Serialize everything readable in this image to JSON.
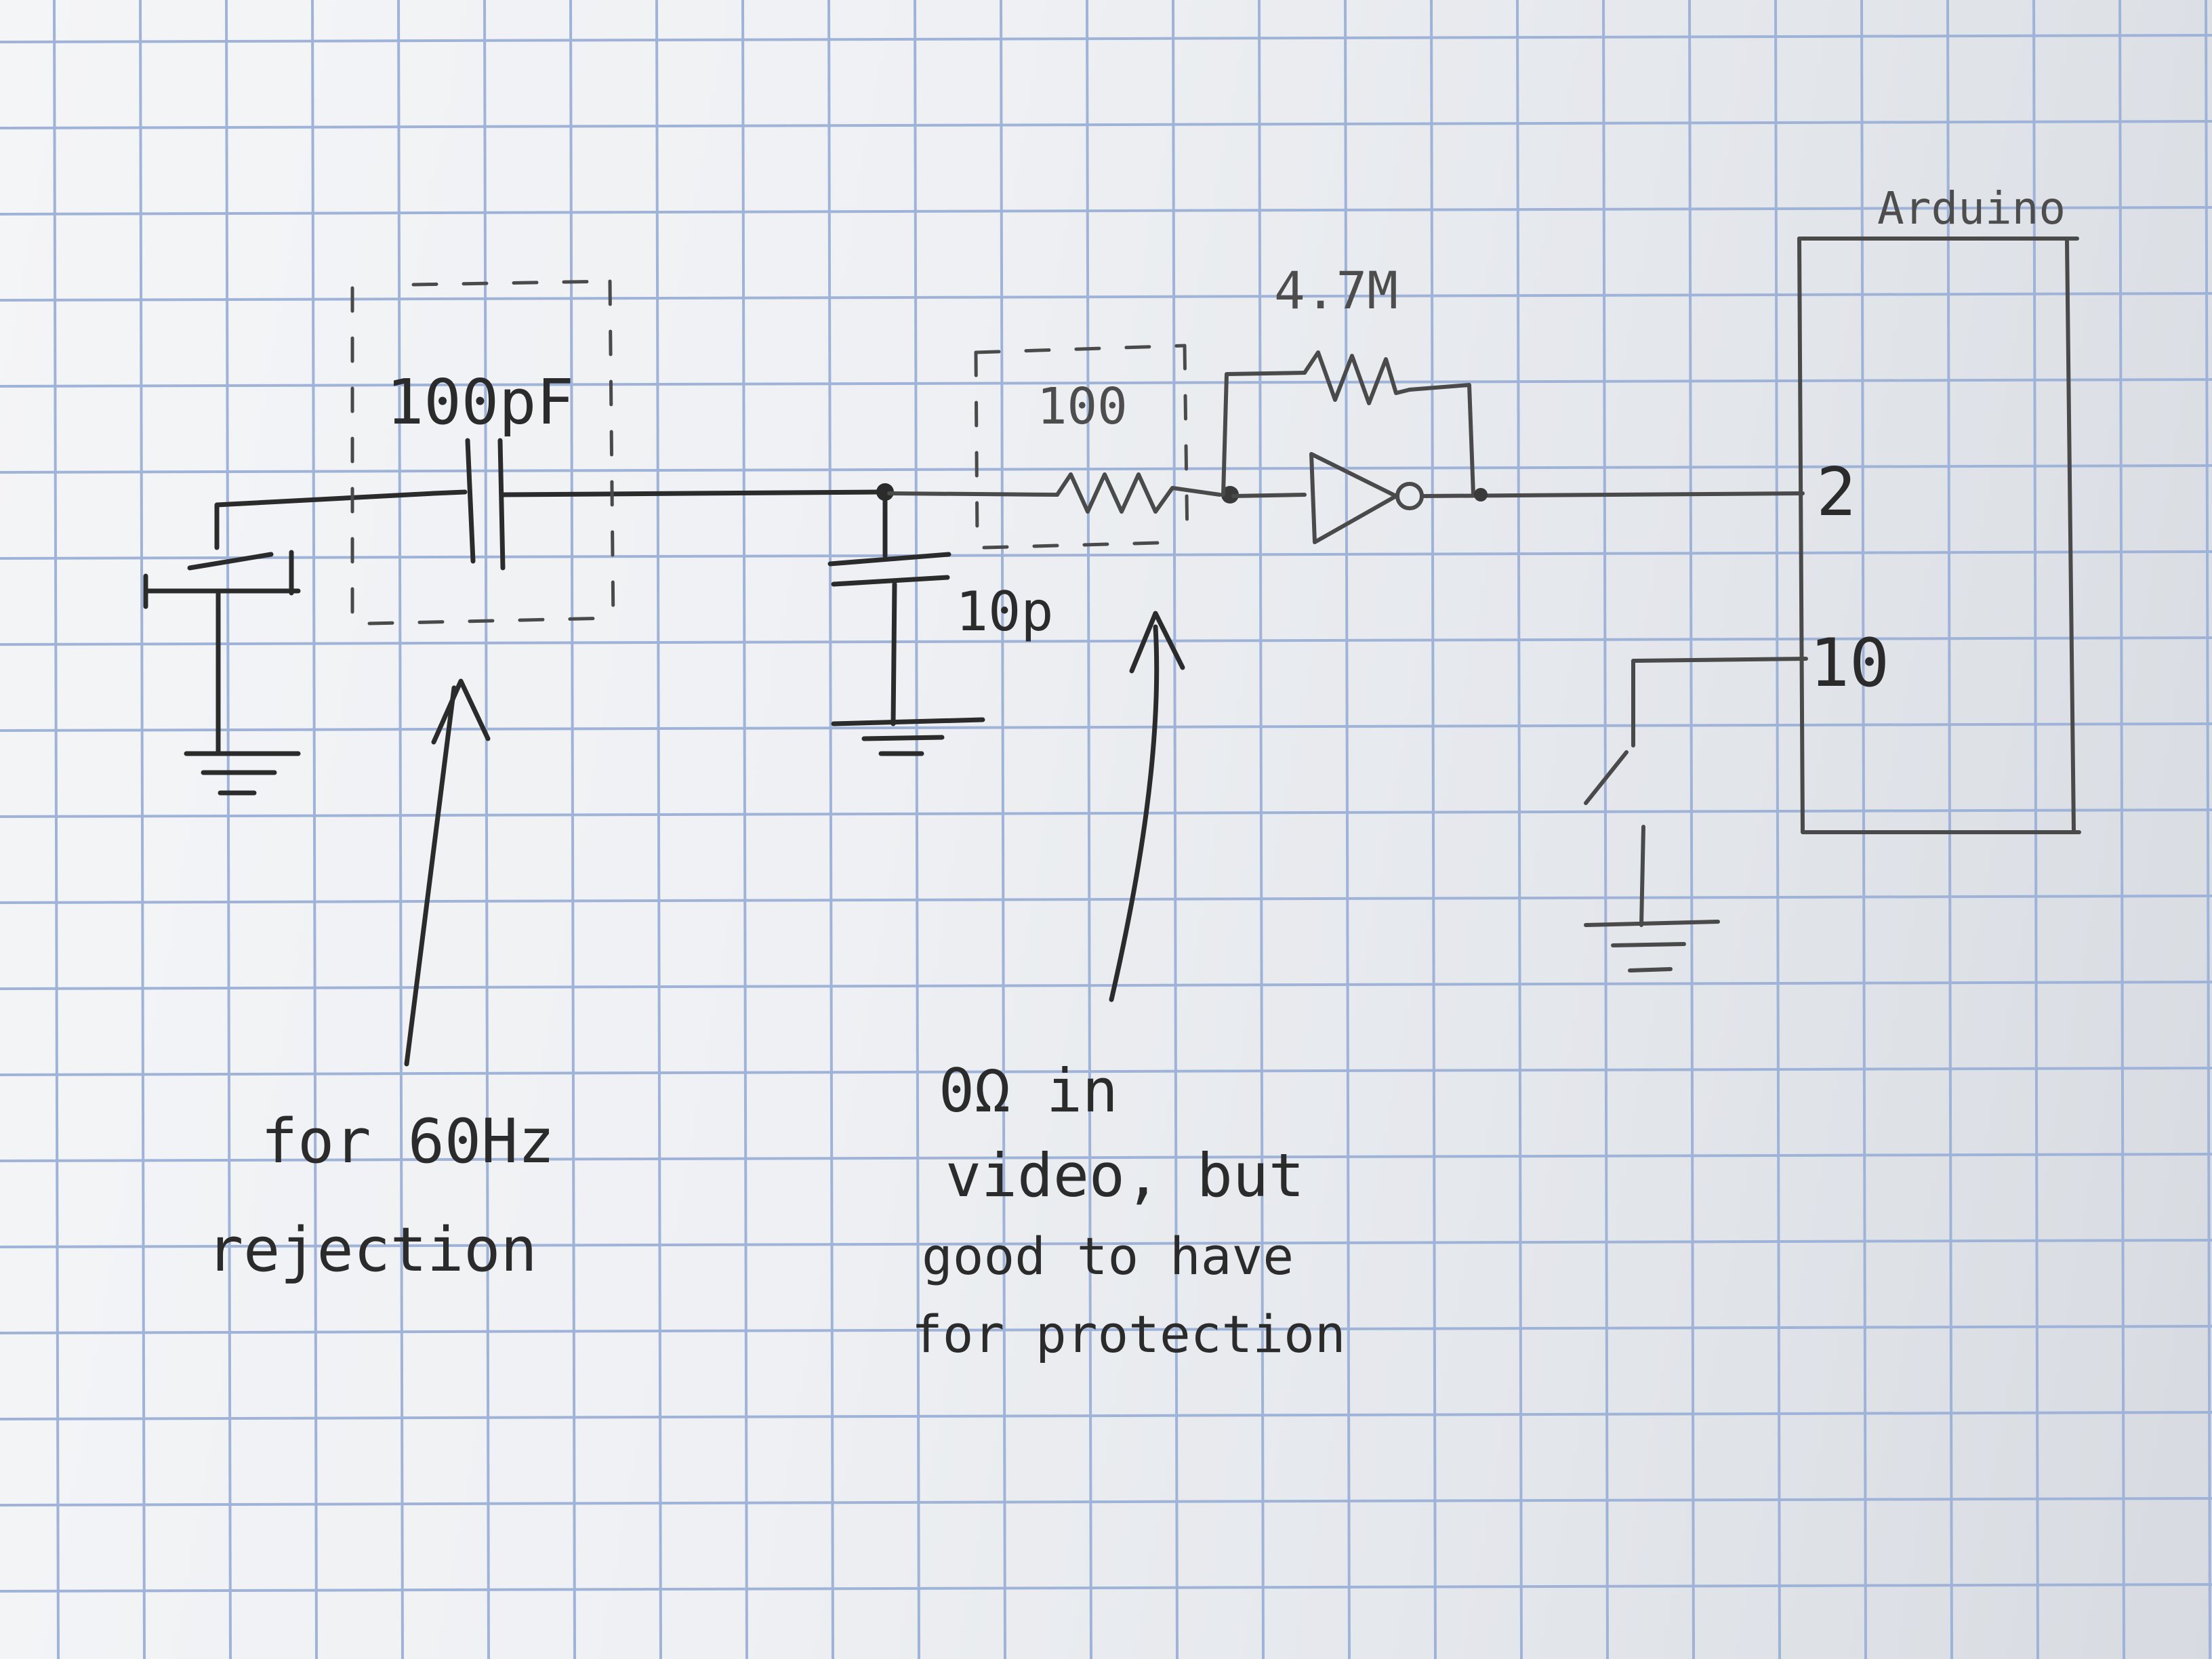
{
  "components": {
    "c_coupling": "100pF",
    "c_shunt": "10p",
    "r_series": "100",
    "r_feedback": "4.7M",
    "mcu_label": "Arduino",
    "pin_input": "2",
    "pin_switch": "10"
  },
  "notes": {
    "filter_line1": "for 60Hz",
    "filter_line2": "rejection",
    "resistor_line1": "0Ω in",
    "resistor_line2": "video, but",
    "resistor_line3": "good to have",
    "resistor_line4": "for protection"
  },
  "colors": {
    "paper": "#f1f2f4",
    "grid": "#9fb3d9",
    "ink": "#2b2b2b",
    "pencil": "#4a4a4a"
  }
}
